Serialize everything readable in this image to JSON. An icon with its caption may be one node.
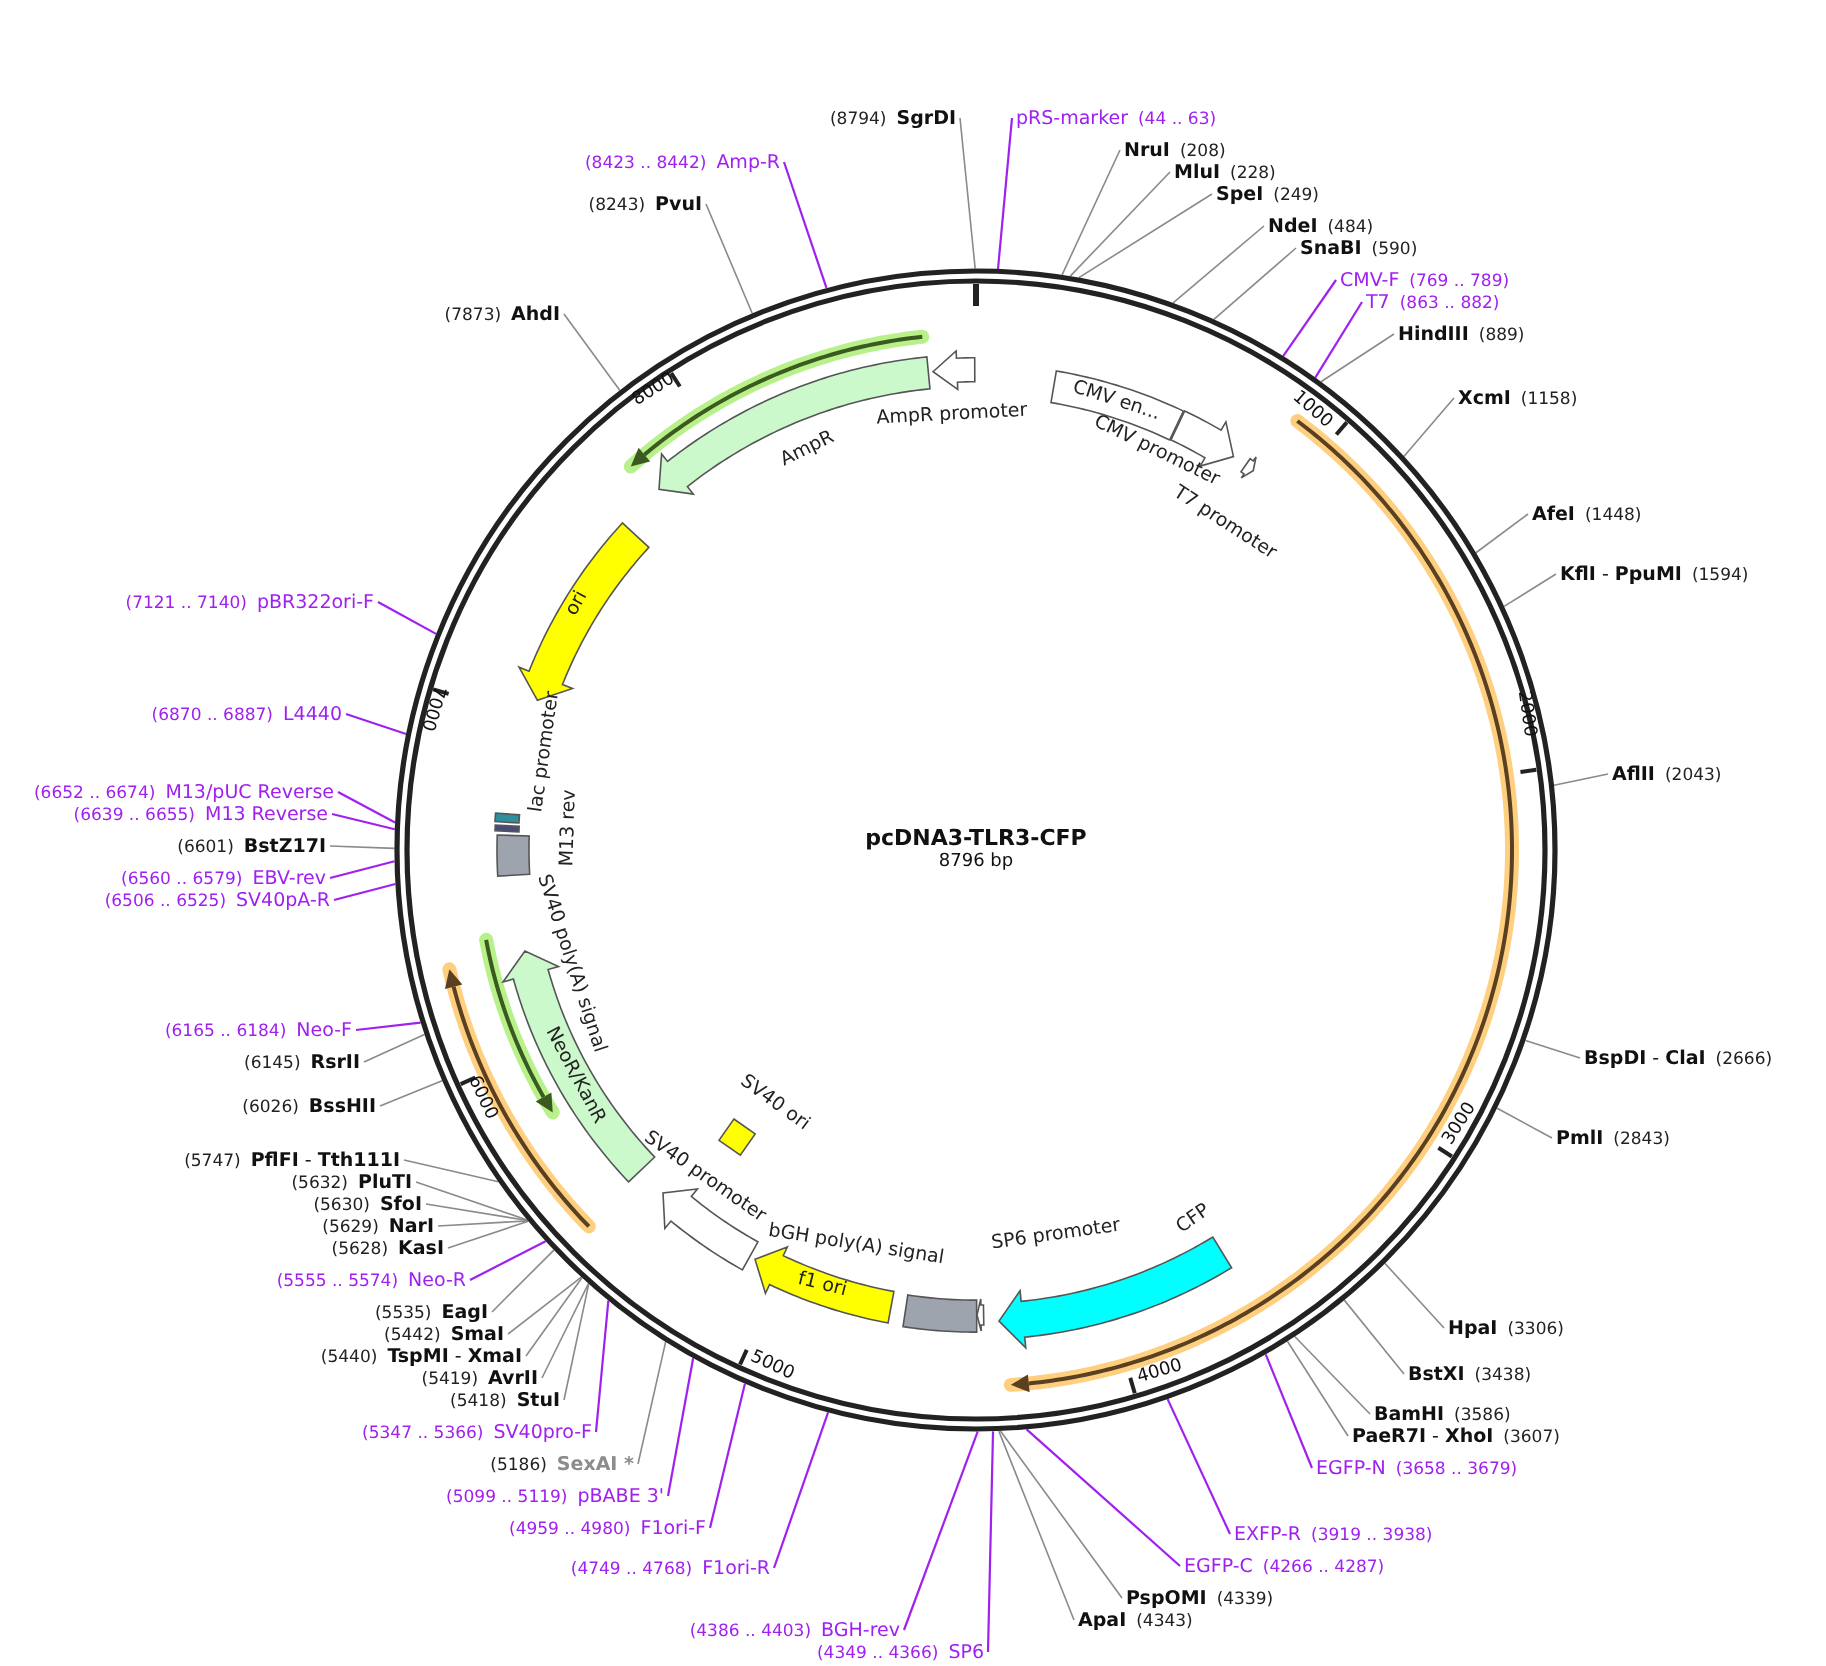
{
  "diagram": {
    "nodes": [
      {
        "text": [
          "pcDNA3-TLR3-CFP",
          "8796 bp"
        ]
      },
      {
        "text": [
          "AmpR promoter"
        ],
        "in": 0
      },
      {
        "text": [
          "AmpR"
        ],
        "in": 0
      },
      {
        "text": [
          "CMV en..."
        ],
        "in": 0
      },
      {
        "text": [
          "CMV promoter"
        ],
        "in": 0
      },
      {
        "text": [
          "T7 promoter"
        ],
        "in": 0
      },
      {
        "text": [
          "ori"
        ],
        "in": 0
      },
      {
        "text": [
          "lac promoter"
        ],
        "in": 0
      },
      {
        "text": [
          "M13 rev"
        ],
        "in": 0
      },
      {
        "text": [
          "SV40 poly(A) signal"
        ],
        "in": 0
      },
      {
        "text": [
          "NeoR/KanR"
        ],
        "in": 0
      },
      {
        "text": [
          "SV40 ori"
        ],
        "in": 0
      },
      {
        "text": [
          "SV40 promoter"
        ],
        "in": 0
      },
      {
        "text": [
          "f1 ori"
        ],
        "in": 0
      },
      {
        "text": [
          "bGH poly(A) signal"
        ],
        "in": 0
      },
      {
        "text": [
          "SP6 promoter"
        ],
        "in": 0
      },
      {
        "text": [
          "CFP"
        ],
        "in": 0
      },
      {
        "text": [
          "(8794)",
          "SgrDI"
        ]
      },
      {
        "text": [
          "pRS-marker",
          "(44 .. 63)"
        ]
      },
      {
        "text": [
          "NruI",
          "(208)"
        ]
      },
      {
        "text": [
          "MluI",
          "(228)"
        ]
      },
      {
        "text": [
          "SpeI",
          "(249)"
        ]
      },
      {
        "text": [
          "NdeI",
          "(484)"
        ]
      },
      {
        "text": [
          "SnaBI",
          "(590)"
        ]
      },
      {
        "text": [
          "CMV-F",
          "(769 .. 789)"
        ]
      },
      {
        "text": [
          "T7",
          "(863 .. 882)"
        ]
      },
      {
        "text": [
          "HindIII",
          "(889)"
        ]
      },
      {
        "text": [
          "XcmI",
          "(1158)"
        ]
      },
      {
        "text": [
          "AfeI",
          "(1448)"
        ]
      },
      {
        "text": [
          "**KflI** - **PpuMI**",
          "(1594)"
        ]
      },
      {
        "text": [
          "AflII",
          "(2043)"
        ]
      },
      {
        "text": [
          "**BspDI** - **ClaI**",
          "(2666)"
        ]
      },
      {
        "text": [
          "PmlI",
          "(2843)"
        ]
      },
      {
        "text": [
          "HpaI",
          "(3306)"
        ]
      },
      {
        "text": [
          "BstXI",
          "(3438)"
        ]
      },
      {
        "text": [
          "BamHI",
          "(3586)"
        ]
      },
      {
        "text": [
          "**PaeR7I** - **XhoI**",
          "(3607)"
        ]
      },
      {
        "text": [
          "EGFP-N",
          "(3658 .. 3679)"
        ]
      },
      {
        "text": [
          "EXFP-R",
          "(3919 .. 3938)"
        ]
      },
      {
        "text": [
          "EGFP-C",
          "(4266 .. 4287)"
        ]
      },
      {
        "text": [
          "PspOMI",
          "(4339)"
        ]
      },
      {
        "text": [
          "ApaI",
          "(4343)"
        ]
      },
      {
        "text": [
          "(4349 .. 4366)",
          "SP6"
        ]
      },
      {
        "text": [
          "(4386 .. 4403)",
          "BGH-rev"
        ]
      },
      {
        "text": [
          "(4749 .. 4768)",
          "F1ori-R"
        ]
      },
      {
        "text": [
          "(4959 .. 4980)",
          "F1ori-F"
        ]
      },
      {
        "text": [
          "(5099 .. 5119)",
          "pBABE 3'"
        ]
      },
      {
        "text": [
          "(5186)",
          "SexAI *"
        ]
      },
      {
        "text": [
          "(5347 .. 5366)",
          "SV40pro-F"
        ]
      },
      {
        "text": [
          "(5418)",
          "StuI"
        ]
      },
      {
        "text": [
          "(5419)",
          "AvrII"
        ]
      },
      {
        "text": [
          "(5440)",
          "**TspMI** - **XmaI**"
        ]
      },
      {
        "text": [
          "(5442)",
          "SmaI"
        ]
      },
      {
        "text": [
          "(5535)",
          "EagI"
        ]
      },
      {
        "text": [
          "(5555 .. 5574)",
          "Neo-R"
        ]
      },
      {
        "text": [
          "(5628)",
          "KasI"
        ]
      },
      {
        "text": [
          "(5629)",
          "NarI"
        ]
      },
      {
        "text": [
          "(5630)",
          "SfoI"
        ]
      },
      {
        "text": [
          "(5632)",
          "PluTI"
        ]
      },
      {
        "text": [
          "(5747)",
          "**PflFI** - **Tth111I**"
        ]
      },
      {
        "text": [
          "(6026)",
          "BssHII"
        ]
      },
      {
        "text": [
          "(6145)",
          "RsrII"
        ]
      },
      {
        "text": [
          "(6165 .. 6184)",
          "Neo-F"
        ]
      },
      {
        "text": [
          "(6506 .. 6525)",
          "SV40pA-R"
        ]
      },
      {
        "text": [
          "(6560 .. 6579)",
          "EBV-rev"
        ]
      },
      {
        "text": [
          "(6601)",
          "BstZ17I"
        ]
      },
      {
        "text": [
          "(6639 .. 6655)",
          "M13 Reverse"
        ]
      },
      {
        "text": [
          "(6652 .. 6674)",
          "M13/pUC Reverse"
        ]
      },
      {
        "text": [
          "(6870 .. 6887)",
          "L4440"
        ]
      },
      {
        "text": [
          "(7121 .. 7140)",
          "pBR322ori-F"
        ]
      },
      {
        "text": [
          "(7873)",
          "AhdI"
        ]
      },
      {
        "text": [
          "(8243)",
          "PvuI"
        ]
      },
      {
        "text": [
          "(8423 .. 8442)",
          "Amp-R"
        ]
      }
    ],
    "edges": [
      {
        "from": 17,
        "to": 0,
        "arrow": "none"
      },
      {
        "from": 18,
        "to": 0,
        "arrow": "none",
        "color": "#a020f0"
      },
      {
        "from": 19,
        "to": 0,
        "arrow": "none"
      },
      {
        "from": 20,
        "to": 0,
        "arrow": "none"
      },
      {
        "from": 21,
        "to": 0,
        "arrow": "none"
      },
      {
        "from": 22,
        "to": 0,
        "arrow": "none"
      },
      {
        "from": 23,
        "to": 0,
        "arrow": "none"
      },
      {
        "from": 24,
        "to": 0,
        "arrow": "none",
        "color": "#a020f0"
      },
      {
        "from": 25,
        "to": 0,
        "arrow": "none",
        "color": "#a020f0"
      },
      {
        "from": 26,
        "to": 0,
        "arrow": "none"
      },
      {
        "from": 27,
        "to": 0,
        "arrow": "none"
      },
      {
        "from": 28,
        "to": 0,
        "arrow": "none"
      },
      {
        "from": 29,
        "to": 0,
        "arrow": "none"
      },
      {
        "from": 30,
        "to": 0,
        "arrow": "none"
      },
      {
        "from": 31,
        "to": 0,
        "arrow": "none"
      },
      {
        "from": 32,
        "to": 0,
        "arrow": "none"
      },
      {
        "from": 33,
        "to": 0,
        "arrow": "none"
      },
      {
        "from": 34,
        "to": 0,
        "arrow": "none"
      },
      {
        "from": 35,
        "to": 0,
        "arrow": "none"
      },
      {
        "from": 36,
        "to": 0,
        "arrow": "none"
      },
      {
        "from": 37,
        "to": 0,
        "arrow": "none",
        "color": "#a020f0"
      },
      {
        "from": 38,
        "to": 0,
        "arrow": "none",
        "color": "#a020f0"
      },
      {
        "from": 39,
        "to": 0,
        "arrow": "none",
        "color": "#a020f0"
      },
      {
        "from": 40,
        "to": 0,
        "arrow": "none"
      },
      {
        "from": 41,
        "to": 0,
        "arrow": "none"
      },
      {
        "from": 42,
        "to": 0,
        "arrow": "none",
        "color": "#a020f0"
      },
      {
        "from": 43,
        "to": 0,
        "arrow": "none",
        "color": "#a020f0"
      },
      {
        "from": 44,
        "to": 0,
        "arrow": "none",
        "color": "#a020f0"
      },
      {
        "from": 45,
        "to": 0,
        "arrow": "none",
        "color": "#a020f0"
      },
      {
        "from": 46,
        "to": 0,
        "arrow": "none",
        "color": "#a020f0"
      },
      {
        "from": 47,
        "to": 0,
        "arrow": "none"
      },
      {
        "from": 48,
        "to": 0,
        "arrow": "none",
        "color": "#a020f0"
      },
      {
        "from": 49,
        "to": 0,
        "arrow": "none"
      },
      {
        "from": 50,
        "to": 0,
        "arrow": "none"
      },
      {
        "from": 51,
        "to": 0,
        "arrow": "none"
      },
      {
        "from": 52,
        "to": 0,
        "arrow": "none"
      },
      {
        "from": 53,
        "to": 0,
        "arrow": "none"
      },
      {
        "from": 54,
        "to": 0,
        "arrow": "none",
        "color": "#a020f0"
      },
      {
        "from": 55,
        "to": 0,
        "arrow": "none"
      },
      {
        "from": 56,
        "to": 0,
        "arrow": "none"
      },
      {
        "from": 57,
        "to": 0,
        "arrow": "none"
      },
      {
        "from": 58,
        "to": 0,
        "arrow": "none"
      },
      {
        "from": 59,
        "to": 0,
        "arrow": "none"
      },
      {
        "from": 60,
        "to": 0,
        "arrow": "none"
      },
      {
        "from": 61,
        "to": 0,
        "arrow": "none"
      },
      {
        "from": 62,
        "to": 0,
        "arrow": "none",
        "color": "#a020f0"
      },
      {
        "from": 63,
        "to": 0,
        "arrow": "none",
        "color": "#a020f0"
      },
      {
        "from": 64,
        "to": 0,
        "arrow": "none",
        "color": "#a020f0"
      },
      {
        "from": 65,
        "to": 0,
        "arrow": "none"
      },
      {
        "from": 66,
        "to": 0,
        "arrow": "none",
        "color": "#a020f0"
      },
      {
        "from": 67,
        "to": 0,
        "arrow": "none",
        "color": "#a020f0"
      },
      {
        "from": 68,
        "to": 0,
        "arrow": "none",
        "color": "#a020f0"
      },
      {
        "from": 69,
        "to": 0,
        "arrow": "none",
        "color": "#a020f0"
      },
      {
        "from": 70,
        "to": 0,
        "arrow": "none"
      },
      {
        "from": 71,
        "to": 0,
        "arrow": "none"
      },
      {
        "from": 72,
        "to": 0,
        "arrow": "none",
        "color": "#a020f0"
      }
    ],
    "labels": [
      "1000",
      "2000",
      "3000",
      "4000",
      "5000",
      "6000",
      "7000",
      "8000"
    ]
  }
}
